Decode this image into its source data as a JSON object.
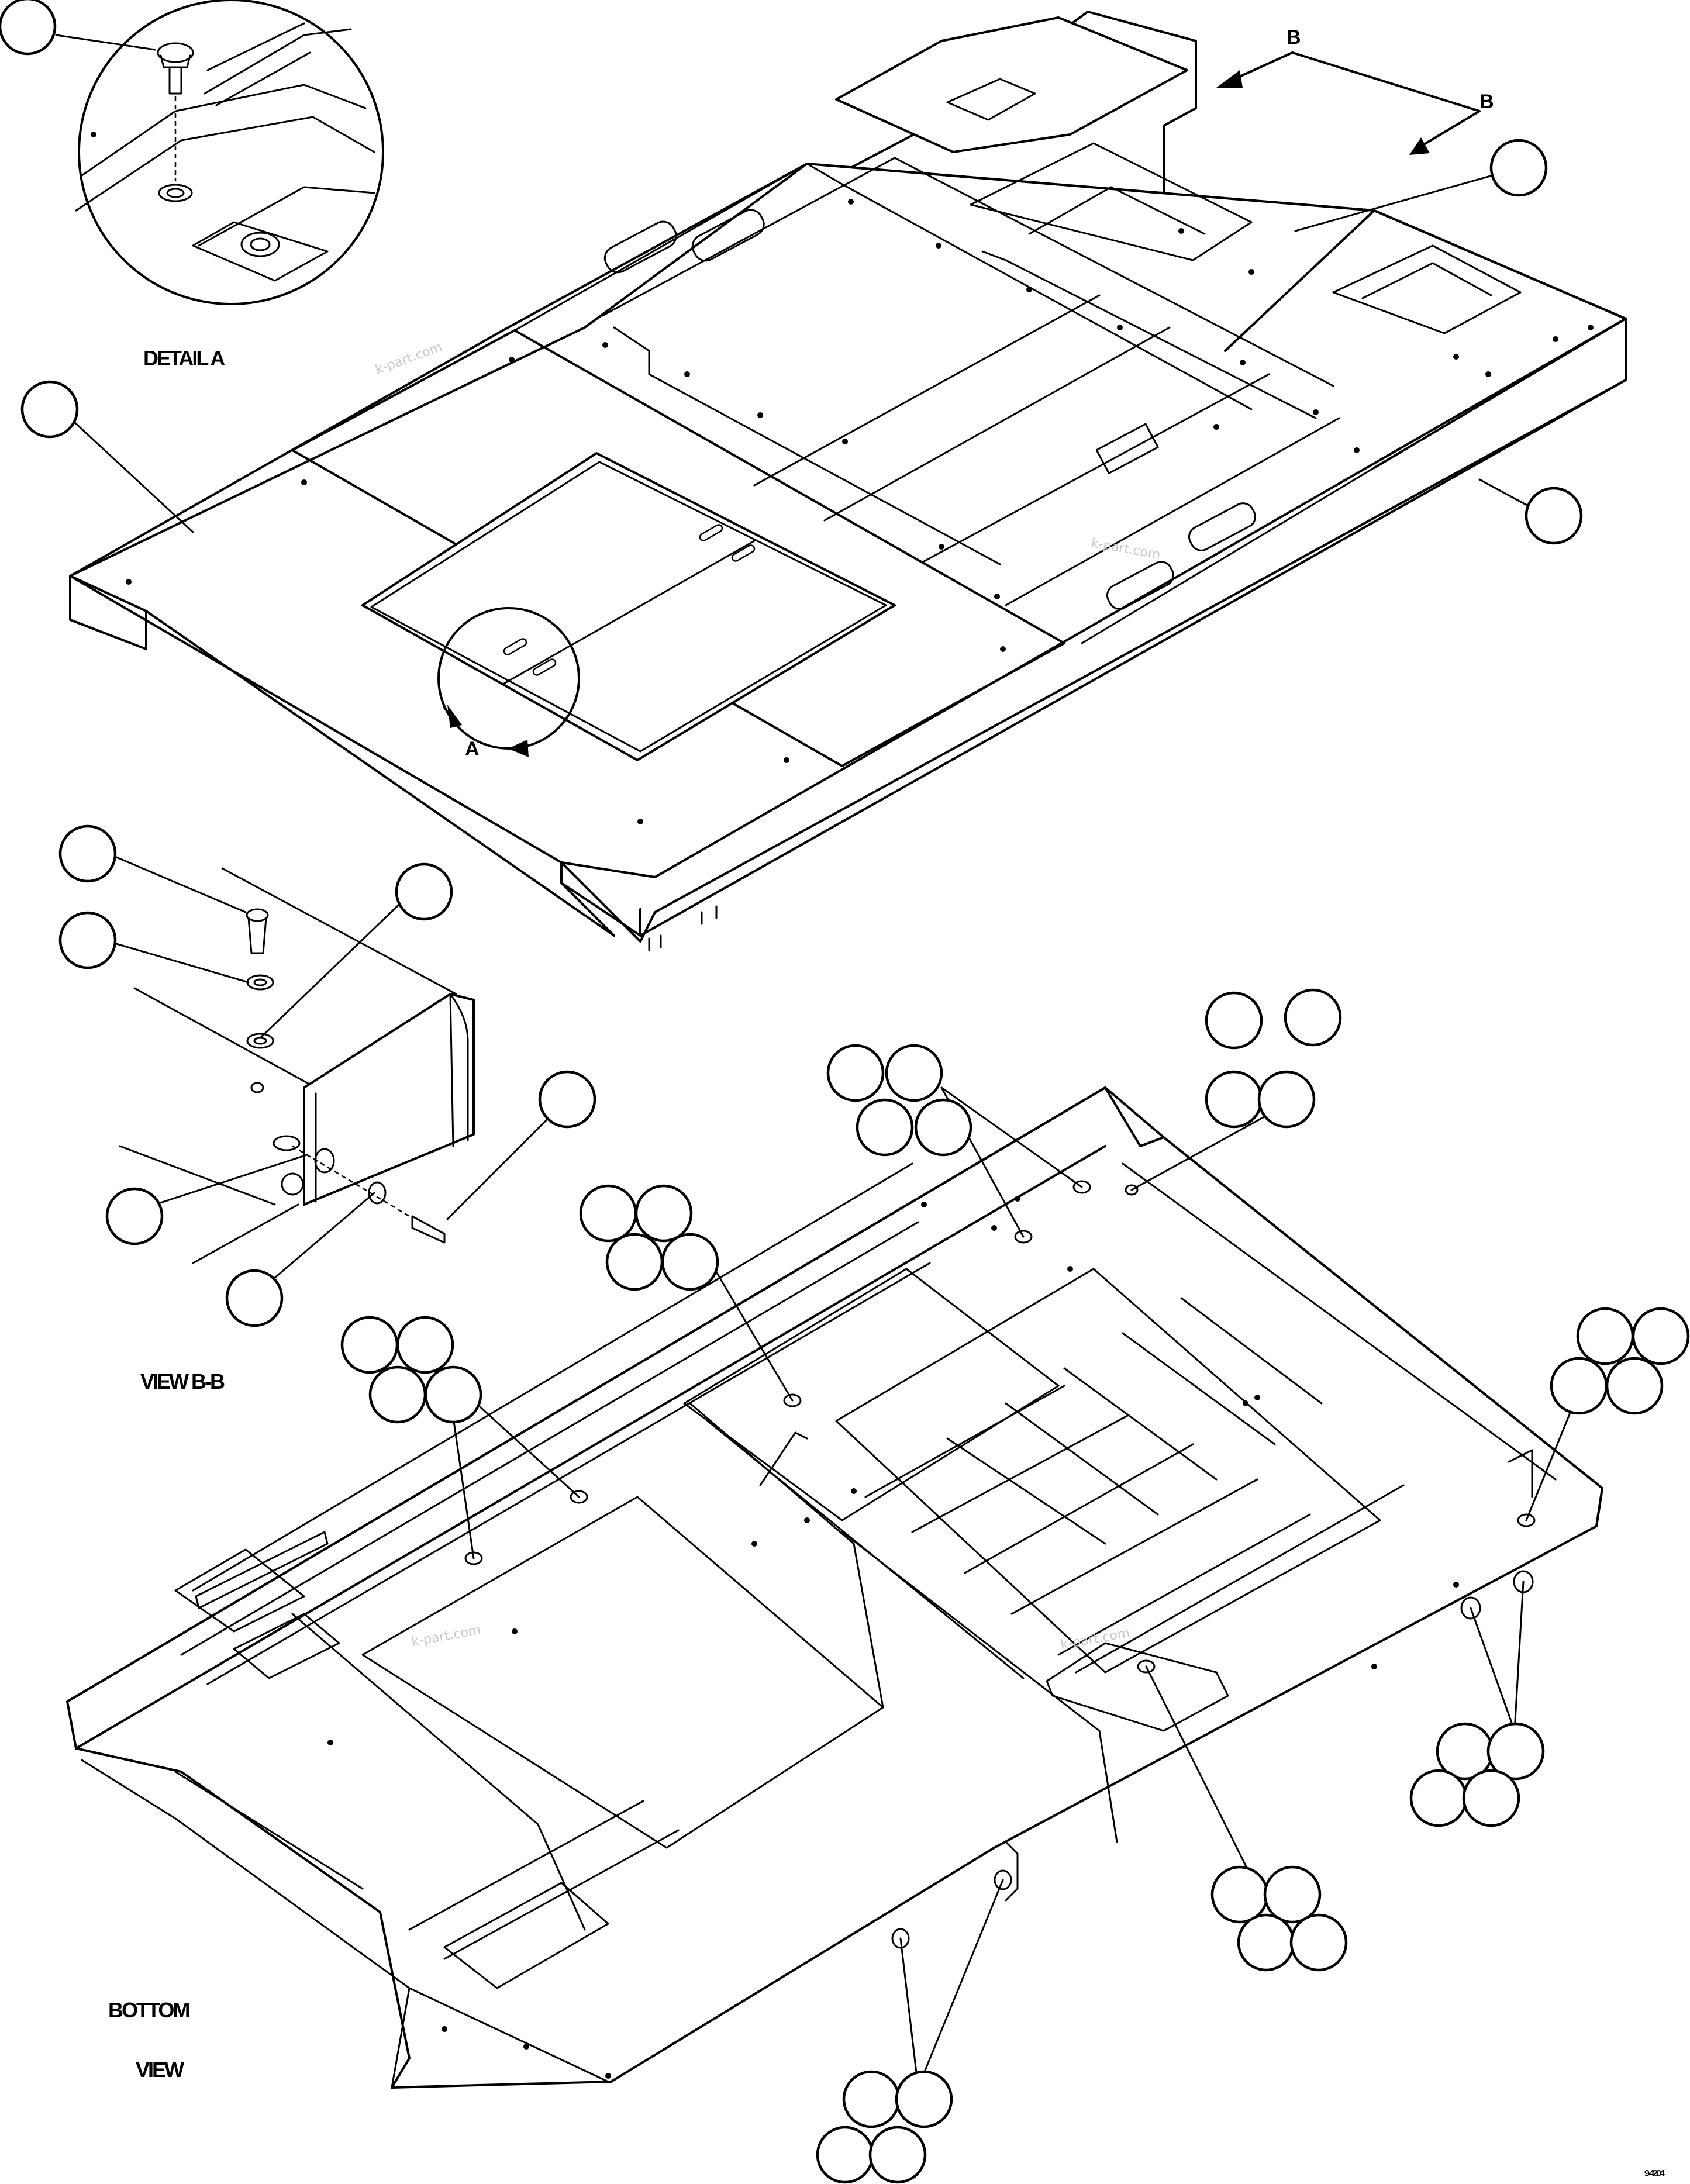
{
  "labels": {
    "detail_a": "DETAIL A",
    "view_bb": "VIEW B-B",
    "bottom_line1": "BOTTOM",
    "bottom_line2": "VIEW",
    "section_b_top": "B",
    "section_b_right": "B",
    "detail_marker": "A",
    "figure_number": "9-4204"
  },
  "watermark": "k-part.com",
  "colors": {
    "line": "#000000",
    "background": "#ffffff",
    "watermark": "#c8c8c8"
  }
}
